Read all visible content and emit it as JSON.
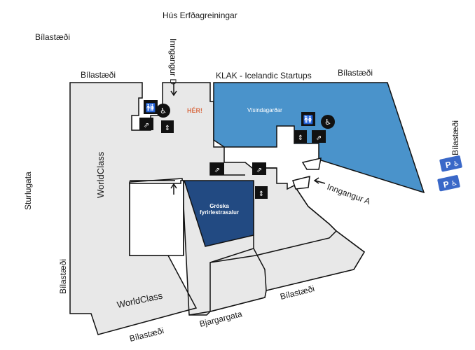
{
  "map": {
    "here_label": "HÉR!",
    "labels": {
      "hus_erfdagreiningar": "Hús Erfðagreiningar",
      "parking_top_left": "Bílastæði",
      "parking_top_mid": "Bílastæði",
      "parking_top_right": "Bílastæði",
      "parking_right_vertical": "Bílastæði",
      "parking_left_vertical": "Bílastæði",
      "parking_bottom": "Bílastæði",
      "parking_bottom_right": "Bílastæði",
      "klak": "KLAK - Icelandic Startups",
      "inngangur_d": "Inngangur D",
      "inngangur_a": "Inngangur A",
      "sturlugata": "Sturlugata",
      "bjargargata": "Bjargargata",
      "worldclass_vertical": "WorldClass",
      "worldclass_bottom": "WorldClass",
      "visindagardar": "Vísindagarðar",
      "groska_line1": "Gróska",
      "groska_line2": "fyrirlestrasalur"
    },
    "colors": {
      "building_fill": "#e8e8e8",
      "building_stroke": "#111111",
      "visindagardar_fill": "#4a93cb",
      "groska_fill": "#224a82",
      "here_text": "#d9704a",
      "parking_sign": "#3a68c8",
      "icon_fill": "#111111"
    },
    "icons": [
      "toilet-icon",
      "wheelchair-icon",
      "elevator-icon",
      "stairs-icon",
      "parking-accessible-icon",
      "entrance-arrow-icon"
    ]
  }
}
